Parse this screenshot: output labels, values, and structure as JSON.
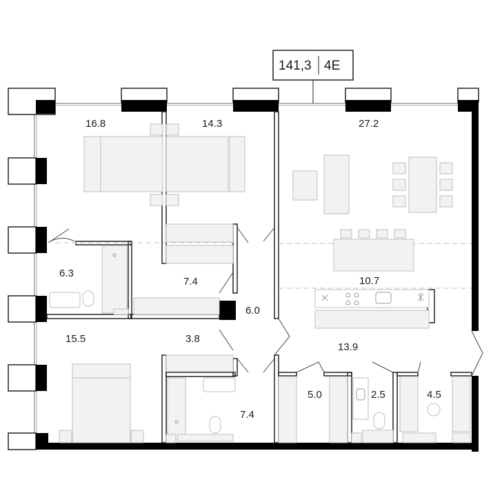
{
  "plan": {
    "area": "141,3",
    "unit_type": "4E"
  },
  "rooms": [
    {
      "id": "bedroom-nw",
      "area": "16.8"
    },
    {
      "id": "bedroom-n",
      "area": "14.3"
    },
    {
      "id": "living",
      "area": "27.2"
    },
    {
      "id": "bath-w",
      "area": "6.3"
    },
    {
      "id": "corridor-w",
      "area": "7.4"
    },
    {
      "id": "hall",
      "area": "6.0"
    },
    {
      "id": "dining",
      "area": "10.7"
    },
    {
      "id": "bedroom-sw",
      "area": "15.5"
    },
    {
      "id": "wardrobe",
      "area": "3.8"
    },
    {
      "id": "kitchen-corridor",
      "area": "13.9"
    },
    {
      "id": "bath-s",
      "area": "7.4"
    },
    {
      "id": "storage",
      "area": "5.0"
    },
    {
      "id": "wc",
      "area": "2.5"
    },
    {
      "id": "laundry",
      "area": "4.5"
    }
  ],
  "colors": {
    "wall": "#000000",
    "furniture_fill": "#f2f2f2",
    "furniture_stroke": "#bdbdbd",
    "zone_line": "#cfcfcf"
  }
}
